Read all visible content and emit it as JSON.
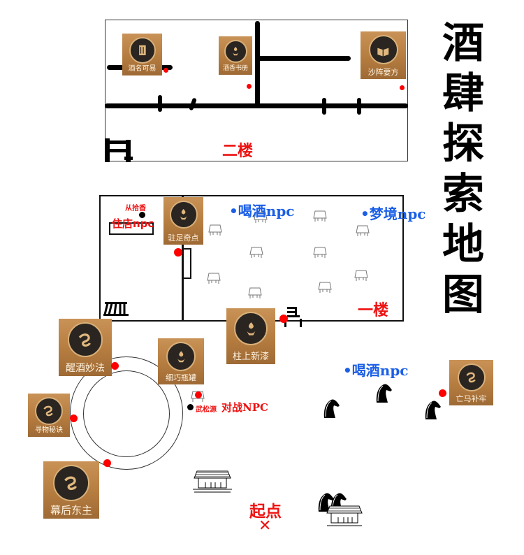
{
  "title": {
    "chars": [
      "酒",
      "肆",
      "探",
      "索",
      "地",
      "图"
    ]
  },
  "floors": {
    "second": {
      "label": "二楼"
    },
    "first": {
      "label": "一楼"
    }
  },
  "locations": {
    "jiu_ming_ke_yi": {
      "label": "酒名可易",
      "icon": "scroll-emblem-icon"
    },
    "jiu_xiang_shu_ce": {
      "label": "酒香书册",
      "icon": "lotus-hand-emblem-icon"
    },
    "sha_zhen_yao_fang": {
      "label": "沙阵要方",
      "icon": "book-emblem-icon"
    },
    "zhu_zu_qi_dian": {
      "label": "驻足奇点",
      "icon": "lotus-hand-emblem-icon"
    },
    "zhu_shang_xin_qi": {
      "label": "柱上新漆",
      "icon": "lotus-hand-emblem-icon"
    },
    "xing_jiu_miao_fa": {
      "label": "醒酒妙法",
      "icon": "swirl-emblem-icon"
    },
    "xi_qiao_ping_guan": {
      "label": "细巧瓶罐",
      "icon": "lotus-hand-emblem-icon"
    },
    "xun_wu_mi_jue": {
      "label": "寻物秘诀",
      "icon": "swirl-emblem-icon"
    },
    "mu_hou_dong_zhu": {
      "label": "幕后东主",
      "icon": "swirl-emblem-icon"
    },
    "wang_ma_bu_lao": {
      "label": "亡马补牢",
      "icon": "swirl-emblem-icon"
    }
  },
  "npcs": {
    "inn_npc_name": "从拾香",
    "inn_npc_label": "住店npc",
    "drink_npc_1": "•喝酒npc",
    "dream_npc": "•梦境npc",
    "drink_npc_2": "•喝酒npc",
    "battle_npc_name": "武松源",
    "battle_npc_label": "对战NPC"
  },
  "start": {
    "label": "起点",
    "marker": "✕"
  },
  "colors": {
    "marker_red": "#ff0000",
    "npc_blue": "#1b5fe6",
    "tile_brown": "#b57c3f"
  }
}
